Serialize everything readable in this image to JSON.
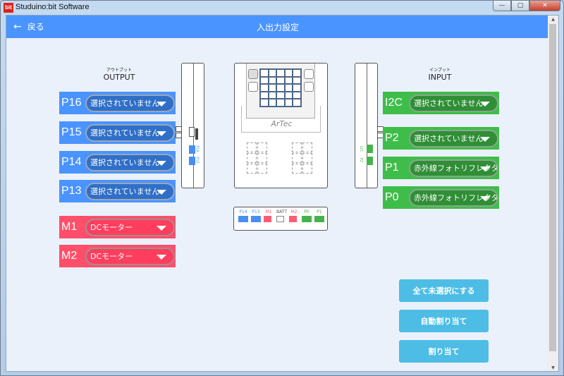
{
  "window": {
    "title": "Studuino:bit Software",
    "app_icon_text": "bit",
    "controls": {
      "minimize": "—",
      "maximize": "▢",
      "close": "✕"
    }
  },
  "header": {
    "back_icon": "←",
    "back_label": "戻る",
    "title": "入出力設定",
    "color": "#4a94ff"
  },
  "output": {
    "ruby": "アウトプット",
    "title": "OUTPUT",
    "ports": [
      {
        "label": "P16",
        "value": "選択されていません",
        "color": "#4a94ff"
      },
      {
        "label": "P15",
        "value": "選択されていません",
        "color": "#4a94ff"
      },
      {
        "label": "P14",
        "value": "選択されていません",
        "color": "#4a94ff"
      },
      {
        "label": "P13",
        "value": "選択されていません",
        "color": "#4a94ff"
      },
      {
        "label": "M1",
        "value": "DCモーター",
        "color": "#ff4f6a"
      },
      {
        "label": "M2",
        "value": "DCモーター",
        "color": "#ff4f6a"
      }
    ]
  },
  "input": {
    "ruby": "インプット",
    "title": "INPUT",
    "ports": [
      {
        "label": "I2C",
        "value": "選択されていません",
        "color": "#3fbd4a"
      },
      {
        "label": "P2",
        "value": "選択されていません",
        "color": "#3fbd4a"
      },
      {
        "label": "P1",
        "value": "赤外線フォトリフレクタ",
        "color": "#3fbd4a"
      },
      {
        "label": "P0",
        "value": "赤外線フォトリフレクタ",
        "color": "#3fbd4a"
      }
    ]
  },
  "board": {
    "logo": "ArTec",
    "left_side_labels": [
      "P16",
      "P15"
    ],
    "right_side_labels": [
      "I2C",
      "P2"
    ],
    "bottom_ports": [
      {
        "label": "P14",
        "color": "#4a8ff0"
      },
      {
        "label": "P13",
        "color": "#4a8ff0"
      },
      {
        "label": "M1",
        "color": "#ff5b75"
      },
      {
        "label": "BATT",
        "color": "#ffffff"
      },
      {
        "label": "M2",
        "color": "#ff5b75"
      },
      {
        "label": "P0",
        "color": "#45b34c"
      },
      {
        "label": "P1",
        "color": "#45b34c"
      }
    ]
  },
  "actions": {
    "clear_all": "全て未選択にする",
    "auto_assign": "自動割り当て",
    "assign": "割り当て",
    "color": "#4dbde6"
  }
}
